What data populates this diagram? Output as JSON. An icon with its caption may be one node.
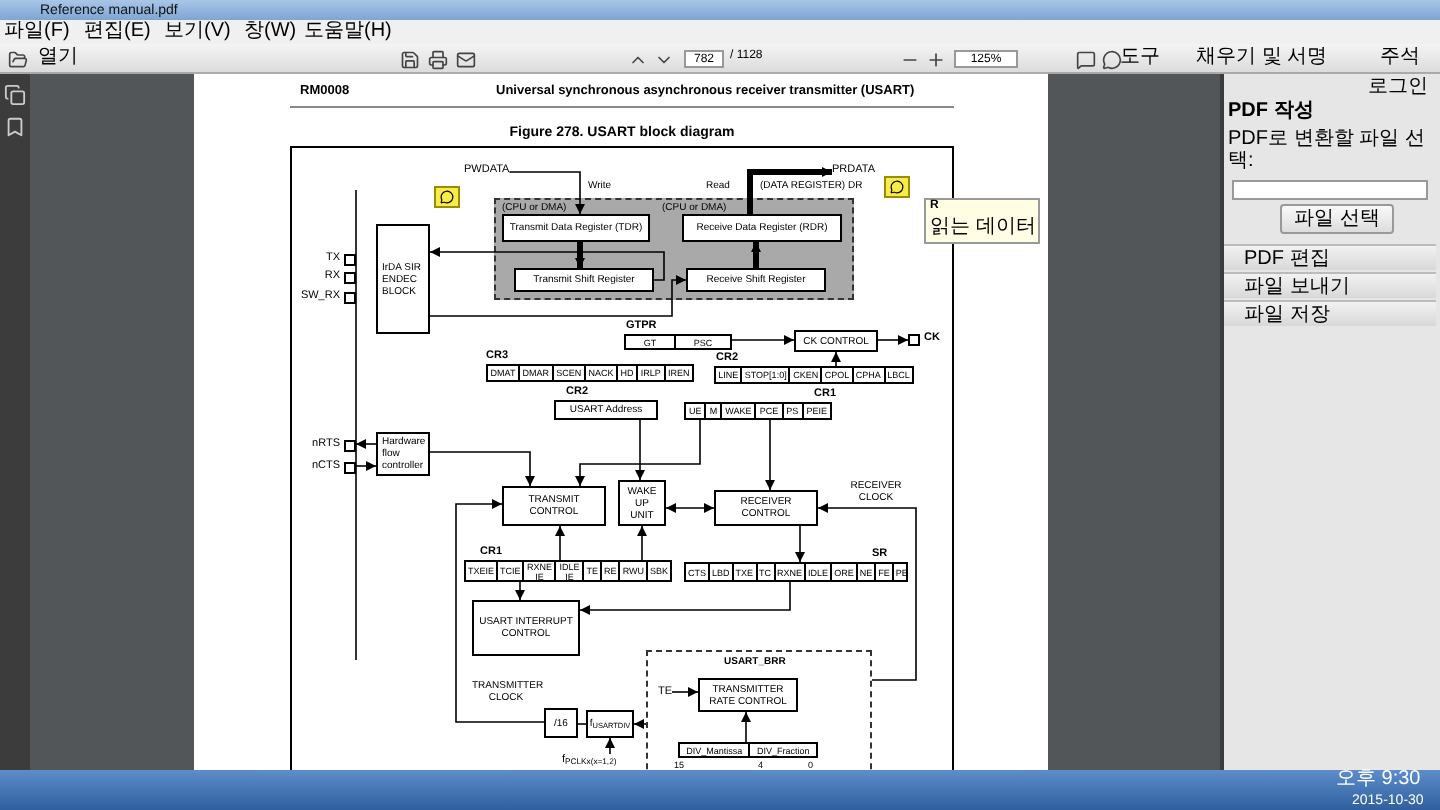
{
  "diagram": {
    "title": "Figure 278. USART block diagram",
    "nodes": [
      {
        "text": [
          "PWDATA"
        ]
      },
      {
        "text": [
          "PRDATA"
        ]
      },
      {
        "text": [
          "(CPU or DMA)",
          "(CPU or DMA)"
        ]
      },
      {
        "text": [
          "Transmit Data Register (TDR)"
        ],
        "in": 2
      },
      {
        "text": [
          "Receive Data Register (RDR)"
        ],
        "in": 2
      },
      {
        "text": [
          "Transmit Shift Register"
        ],
        "in": 2
      },
      {
        "text": [
          "Receive Shift Register"
        ],
        "in": 2
      },
      {
        "text": [
          "IrDA SIR ENDEC BLOCK"
        ]
      },
      {
        "text": [
          "TX"
        ]
      },
      {
        "text": [
          "RX"
        ]
      },
      {
        "text": [
          "SW_RX"
        ]
      },
      {
        "text": [
          "GT",
          "PSC"
        ],
        "beside": [
          "GTPR"
        ]
      },
      {
        "text": [
          "CK CONTROL"
        ]
      },
      {
        "text": [
          "CK"
        ]
      },
      {
        "text": [
          "DMAT",
          "DMAR",
          "SCEN",
          "NACK",
          "HD",
          "IRLP",
          "IREN"
        ],
        "beside": [
          "CR3"
        ]
      },
      {
        "text": [
          "LINE",
          "STOP[1:0]",
          "CKEN",
          "CPOL",
          "CPHA",
          "LBCL"
        ],
        "beside": [
          "CR2"
        ]
      },
      {
        "text": [
          "USART Address"
        ],
        "beside": [
          "CR2"
        ]
      },
      {
        "text": [
          "UE",
          "M",
          "WAKE",
          "PCE",
          "PS",
          "PEIE"
        ],
        "beside": [
          "CR1"
        ]
      },
      {
        "text": [
          "nRTS"
        ]
      },
      {
        "text": [
          "nCTS"
        ]
      },
      {
        "text": [
          "Hardware flow controller"
        ]
      },
      {
        "text": [
          "TRANSMIT CONTROL"
        ]
      },
      {
        "text": [
          "WAKE UP UNIT"
        ]
      },
      {
        "text": [
          "RECEIVER CONTROL"
        ]
      },
      {
        "text": [
          "TXEIE",
          "TCIE",
          "RXNE IE",
          "IDLE IE",
          "TE",
          "RE",
          "RWU",
          "SBK"
        ],
        "beside": [
          "CR1"
        ]
      },
      {
        "text": [
          "CTS",
          "LBD",
          "TXE",
          "TC",
          "RXNE",
          "IDLE",
          "ORE",
          "NE",
          "FE",
          "PE"
        ],
        "beside": [
          "SR"
        ]
      },
      {
        "text": [
          "USART INTERRUPT CONTROL"
        ]
      },
      {
        "text": [
          "/16"
        ]
      },
      {
        "text": [
          "f$_{USARTDIV}$"
        ]
      },
      {
        "text": [
          "f$_{PCLKx(x=1,2)}$"
        ]
      },
      {
        "text": [
          "USART_BRR"
        ]
      },
      {
        "text": [
          "TE"
        ],
        "in": 30
      },
      {
        "text": [
          "TRANSMITTER RATE CONTROL"
        ],
        "in": 30
      },
      {
        "text": [
          "DIV_Mantissa",
          "DIV_Fraction"
        ],
        "in": 30,
        "beside": [
          "15",
          "4",
          "0"
        ]
      }
    ],
    "edges": [
      {
        "from": 0,
        "to": 3,
        "arrow": "to",
        "label": "Write"
      },
      {
        "from": 4,
        "to": 1,
        "arrow": "to",
        "label": "Read",
        "style": "thick"
      },
      {
        "from": 3,
        "to": 5,
        "arrow": "to",
        "style": "thick"
      },
      {
        "from": 6,
        "to": 4,
        "arrow": "to",
        "style": "thick"
      },
      {
        "from": 5,
        "to": 7,
        "arrow": "to"
      },
      {
        "from": 7,
        "to": 6,
        "arrow": "to"
      },
      {
        "from": 11,
        "to": 12,
        "arrow": "to"
      },
      {
        "from": 12,
        "to": 13,
        "arrow": "to"
      },
      {
        "from": 15,
        "to": 12,
        "arrow": "to"
      },
      {
        "from": 16,
        "to": 22,
        "arrow": "to"
      },
      {
        "from": 17,
        "to": 23,
        "arrow": "to"
      },
      {
        "from": 17,
        "to": 21,
        "arrow": "to"
      },
      {
        "from": 19,
        "to": 20,
        "arrow": "to"
      },
      {
        "from": 20,
        "to": 18,
        "arrow": "to"
      },
      {
        "from": 20,
        "to": 21,
        "arrow": "to"
      },
      {
        "from": 22,
        "to": 23,
        "arrow": "both"
      },
      {
        "from": 24,
        "to": 21,
        "arrow": "to"
      },
      {
        "from": 24,
        "to": 22,
        "arrow": "to"
      },
      {
        "from": 24,
        "to": 26,
        "arrow": "to"
      },
      {
        "from": 25,
        "to": 26,
        "arrow": "to"
      },
      {
        "from": 23,
        "to": 25,
        "arrow": "to"
      },
      {
        "from": 27,
        "to": 21,
        "arrow": "to",
        "label": "TRANSMITTER CLOCK"
      },
      {
        "from": 28,
        "to": 27,
        "arrow": "none"
      },
      {
        "from": 30,
        "to": 28,
        "arrow": "to"
      },
      {
        "from": 29,
        "to": 28,
        "arrow": "to"
      },
      {
        "from": 31,
        "to": 32,
        "arrow": "to"
      },
      {
        "from": 33,
        "to": 32,
        "arrow": "to"
      },
      {
        "from": 30,
        "to": 23,
        "arrow": "to",
        "label": "RECEIVER CLOCK"
      }
    ],
    "labels": [
      "Reference manual.pdf",
      "파일(F)",
      "편집(E)",
      "보기(V)",
      "창(W)",
      "도움말(H)",
      "열기",
      "782",
      "/ 1128",
      "125%",
      "도구",
      "채우기 및 서명",
      "주석",
      "RM0008",
      "Universal synchronous asynchronous receiver transmitter (USART)",
      "(DATA REGISTER) DR",
      "R",
      "읽는 데이터",
      "로그인",
      "PDF 작성",
      "PDF로 변환할 파일 선택:",
      "파일 선택",
      "PDF 편집",
      "파일 보내기",
      "파일 저장",
      "오후 9:30",
      "2015-10-30"
    ]
  }
}
